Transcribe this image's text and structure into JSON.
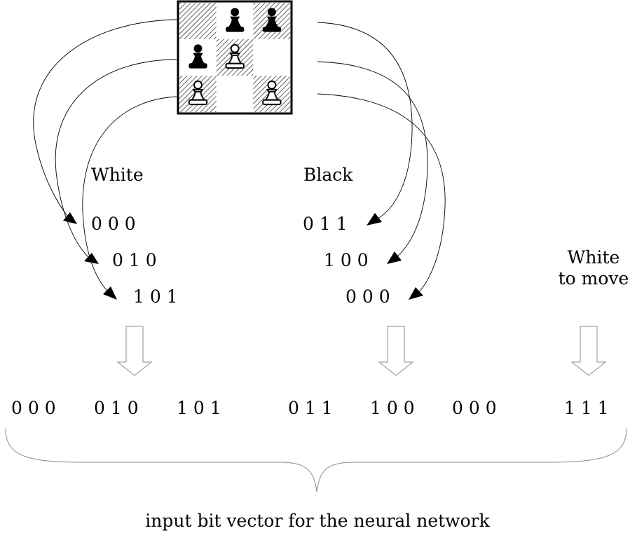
{
  "labels": {
    "white": "White",
    "black": "Black",
    "to_move_line1": "White",
    "to_move_line2": "to move"
  },
  "white_rows": [
    "0 0 0",
    "0 1 0",
    "1 0 1"
  ],
  "black_rows": [
    "0 1 1",
    "1 0 0",
    "0 0 0"
  ],
  "vector_groups": [
    "0 0 0",
    "0 1 0",
    "1 0 1",
    "0 1 1",
    "1 0 0",
    "0 0 0",
    "1 1 1"
  ],
  "caption": "input bit vector for the neural network",
  "board": {
    "cells": [
      [
        "empty",
        "black_pawn",
        "black_pawn"
      ],
      [
        "black_pawn",
        "white_pawn",
        "empty"
      ],
      [
        "white_pawn",
        "empty",
        "white_pawn"
      ]
    ],
    "shaded": [
      [
        true,
        false,
        true
      ],
      [
        false,
        true,
        false
      ],
      [
        true,
        false,
        true
      ]
    ]
  },
  "colors": {
    "ink": "#000000",
    "arrow_outline": "#8c8c8c",
    "background": "#ffffff"
  }
}
